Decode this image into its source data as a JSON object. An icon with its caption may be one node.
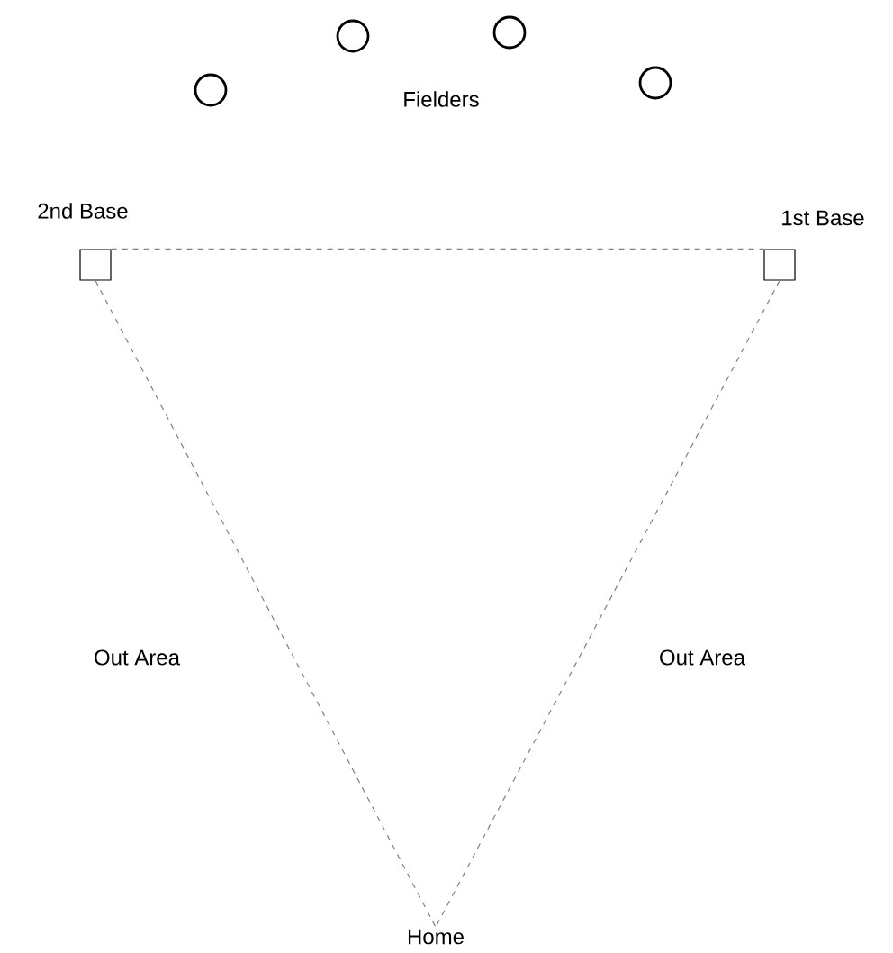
{
  "diagram": {
    "nodes": [
      {
        "text": [],
        "shape": "circle"
      },
      {
        "text": [],
        "shape": "circle"
      },
      {
        "text": [],
        "shape": "circle"
      },
      {
        "text": [],
        "shape": "circle"
      },
      {
        "text": [
          "2nd Base"
        ]
      },
      {
        "text": [
          "1st Base"
        ]
      },
      {
        "text": [
          "Home"
        ]
      }
    ],
    "edges": [
      {
        "from": 4,
        "to": 5,
        "arrow": "none",
        "style": "dashed"
      },
      {
        "from": 4,
        "to": 6,
        "arrow": "none",
        "style": "dashed"
      },
      {
        "from": 5,
        "to": 6,
        "arrow": "none",
        "style": "dashed"
      }
    ],
    "labels": [
      "Fielders",
      "Out Area",
      "Out Area"
    ]
  }
}
